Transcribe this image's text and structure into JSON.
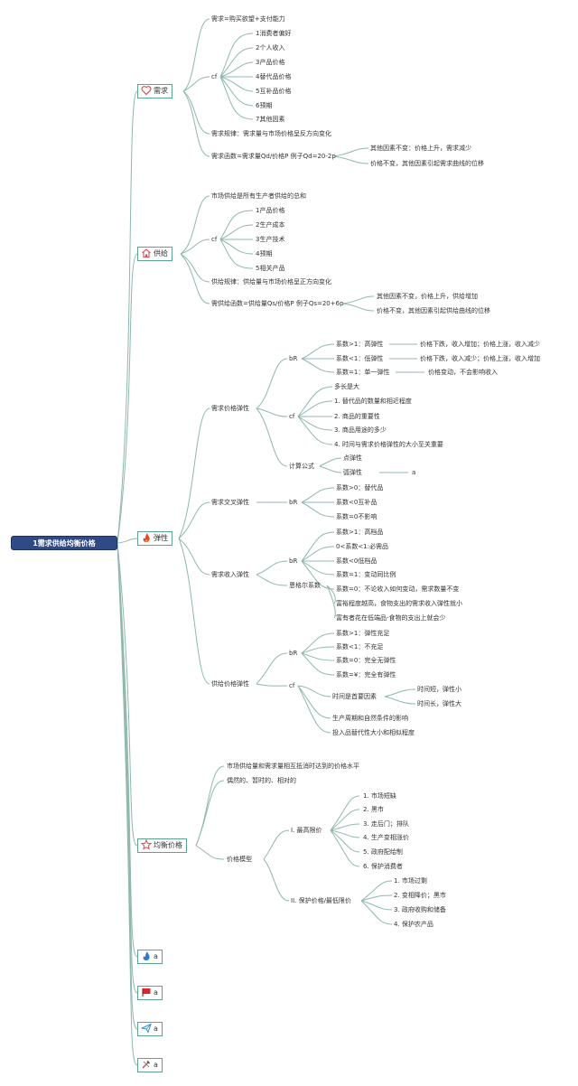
{
  "root": "1需求供给均衡价格",
  "branches": {
    "demand": {
      "label": "需求",
      "definition": "需求=购买欲望+支付能力",
      "cf": "cf",
      "factors": [
        "1消费者偏好",
        "2个人收入",
        "3产品价格",
        "4替代品价格",
        "5互补品价格",
        "6预期",
        "7其他因素"
      ],
      "law": "需求规律：需求量与市场价格呈反方向变化",
      "function": "需求函数=需求量Qd/价格P 例子Qd=20-2p",
      "function_notes": [
        "其他因素不变：价格上升，需求减少",
        "价格不变，其他因素引起需求曲线的位移"
      ]
    },
    "supply": {
      "label": "供给",
      "definition": "市场供给是所有生产者供给的总和",
      "cf": "cf",
      "factors": [
        "1产品价格",
        "2生产成本",
        "3生产技术",
        "4预期",
        "5相关产品"
      ],
      "law": "供给规律：供给量与市场价格呈正方向变化",
      "function": "需供给函数=供给量Qs/价格P 例子Qs=20+6p",
      "function_notes": [
        "其他因素不变，价格上升，供给增加",
        "价格不变，其他因素引起供给曲线的位移"
      ]
    },
    "elasticity": {
      "label": "弹性",
      "price_elasticity": {
        "label": "需求价格弹性",
        "br": "bR",
        "items": [
          {
            "text": "系数>1：高弹性",
            "note": "价格下跌，收入增加；价格上涨，收入减少"
          },
          {
            "text": "系数<1：低弹性",
            "note": "价格下跌，收入减少；价格上涨，收入增加"
          },
          {
            "text": "系数=1：单一弹性",
            "note": "价格变动，不会影响收入"
          }
        ],
        "cf": "cf",
        "factors": [
          "多长是大",
          "1. 替代品的数量和相近程度",
          "2. 商品的重要性",
          "3. 商品用途的多少",
          "4. 时间与需求价格弹性的大小至关重要"
        ],
        "formula": "计算公式",
        "formula_items": [
          "点弹性",
          "弧弹性"
        ],
        "arc_note": "a"
      },
      "cross_elasticity": {
        "label": "需求交叉弹性",
        "br": "bR",
        "items": [
          "系数>0：替代品",
          "系数<0互补品",
          "系数=0不影响"
        ]
      },
      "income_elasticity": {
        "label": "需求收入弹性",
        "br": "bR",
        "items": [
          "系数>1：高档品",
          "0<系数<1:必需品",
          "系数<0低档品",
          "系数=1：变动同比例",
          "系数=0：不论收入如何变动，需求数量不变"
        ],
        "engel": "恩格尔系数",
        "engel_items": [
          "富裕程度越高，食物支出的需求收入弹性就小",
          "富有者花在低端品-食物的支出上就会少"
        ]
      },
      "supply_elasticity": {
        "label": "供给价格弹性",
        "br": "bR",
        "items": [
          "系数>1：弹性充足",
          "系数<1：不充足",
          "系数=0：完全无弹性",
          "系数=¥：完全有弹性"
        ],
        "cf": "cf",
        "time": "时间是首要因素",
        "time_items": [
          "时间短，弹性小",
          "时间长，弹性大"
        ],
        "others": [
          "生产周期和自然条件的影响",
          "投入品替代性大小和相似程度"
        ]
      }
    },
    "equilibrium": {
      "label": "均衡价格",
      "definition": "市场供给量和需求量相互抵消时达到的价格水平",
      "traits": "偶然的、暂时的、相对的",
      "model": "价格模型",
      "ceiling": {
        "label": "I. 最高限价",
        "items": [
          "1. 市场短缺",
          "2. 黑市",
          "3. 走后门；排队",
          "4. 生产变相涨价",
          "5. 政府配给制",
          "6. 保护消费者"
        ]
      },
      "floor": {
        "label": "II. 保护价格/最低限价",
        "items": [
          "1. 市场过剩",
          "2. 变相降价；黑市",
          "3. 政府收购和储备",
          "4. 保护农产品"
        ]
      }
    },
    "extra": [
      {
        "icon": "flame-blue-icon",
        "label": "a"
      },
      {
        "icon": "flag-icon",
        "label": "a"
      },
      {
        "icon": "paper-plane-icon",
        "label": "a"
      },
      {
        "icon": "tools-icon",
        "label": "a"
      }
    ]
  },
  "colors": {
    "root_fill": "#2f4a86",
    "node_border": "#5aa58b",
    "connector": "#8fb8ad",
    "heart": "#d8504f",
    "fire": "#e8482a",
    "star": "#d8504f",
    "flame_blue": "#2f7ad6",
    "flag": "#d8282f",
    "plane": "#3a8fd0"
  }
}
